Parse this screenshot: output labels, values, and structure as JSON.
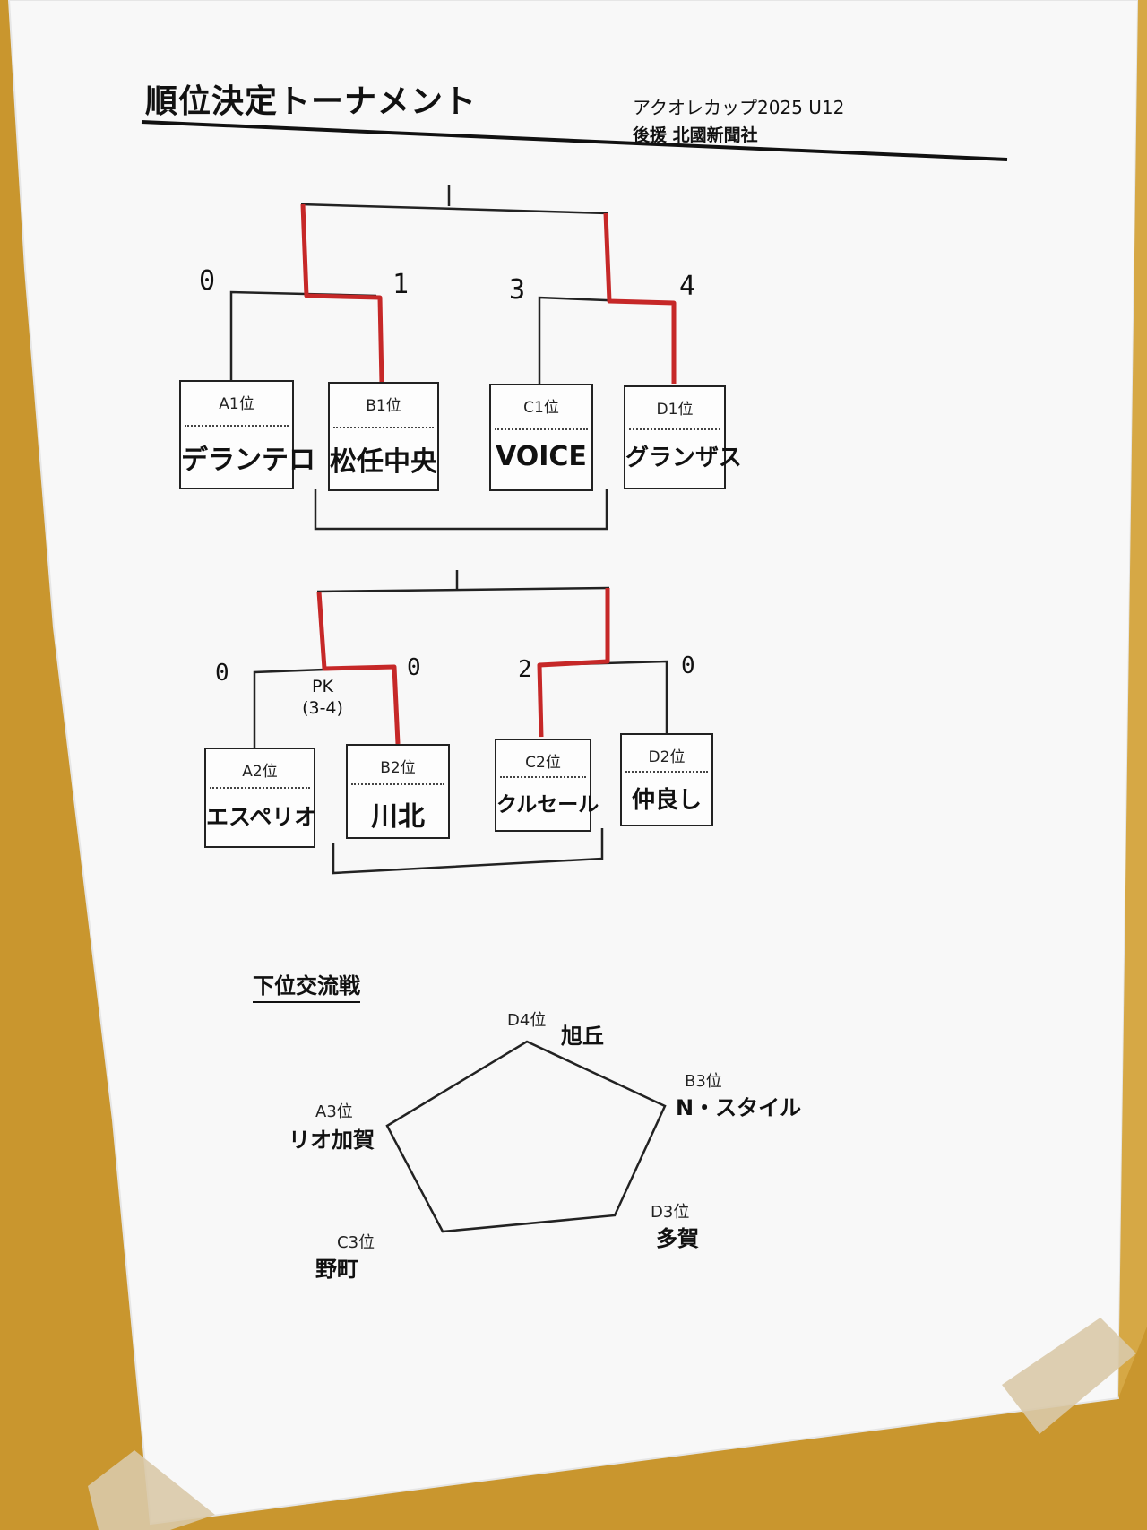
{
  "poster": {
    "title": "順位決定トーナメント",
    "event": "アクオレカップ2025  U12",
    "sponsor": "後援  北國新聞社"
  },
  "bracket1": {
    "teams": [
      {
        "seed": "A1位",
        "name": "デランテロ",
        "score": "0"
      },
      {
        "seed": "B1位",
        "name": "松任中央",
        "score": "1"
      },
      {
        "seed": "C1位",
        "name": "VOICE",
        "score": "3"
      },
      {
        "seed": "D1位",
        "name": "グランザス",
        "score": "4"
      }
    ]
  },
  "bracket2": {
    "teams": [
      {
        "seed": "A2位",
        "name": "エスペリオ",
        "score": "0"
      },
      {
        "seed": "B2位",
        "name": "川北",
        "score": "0"
      },
      {
        "seed": "C2位",
        "name": "クルセール",
        "score": "2"
      },
      {
        "seed": "D2位",
        "name": "仲良し",
        "score": "0"
      }
    ],
    "pk_label": "PK",
    "pk_score": "(3-4)"
  },
  "lower": {
    "title": "下位交流戦",
    "teams": [
      {
        "seed": "D4位",
        "name": "旭丘"
      },
      {
        "seed": "B3位",
        "name": "N・スタイル"
      },
      {
        "seed": "D3位",
        "name": "多賀"
      },
      {
        "seed": "C3位",
        "name": "野町"
      },
      {
        "seed": "A3位",
        "name": "リオ加賀"
      }
    ]
  },
  "colors": {
    "background": "#c9962e",
    "paper": "#f7f7f7",
    "winner_line": "#c62828",
    "ink": "#111111",
    "tape": "#d9c9a8"
  }
}
